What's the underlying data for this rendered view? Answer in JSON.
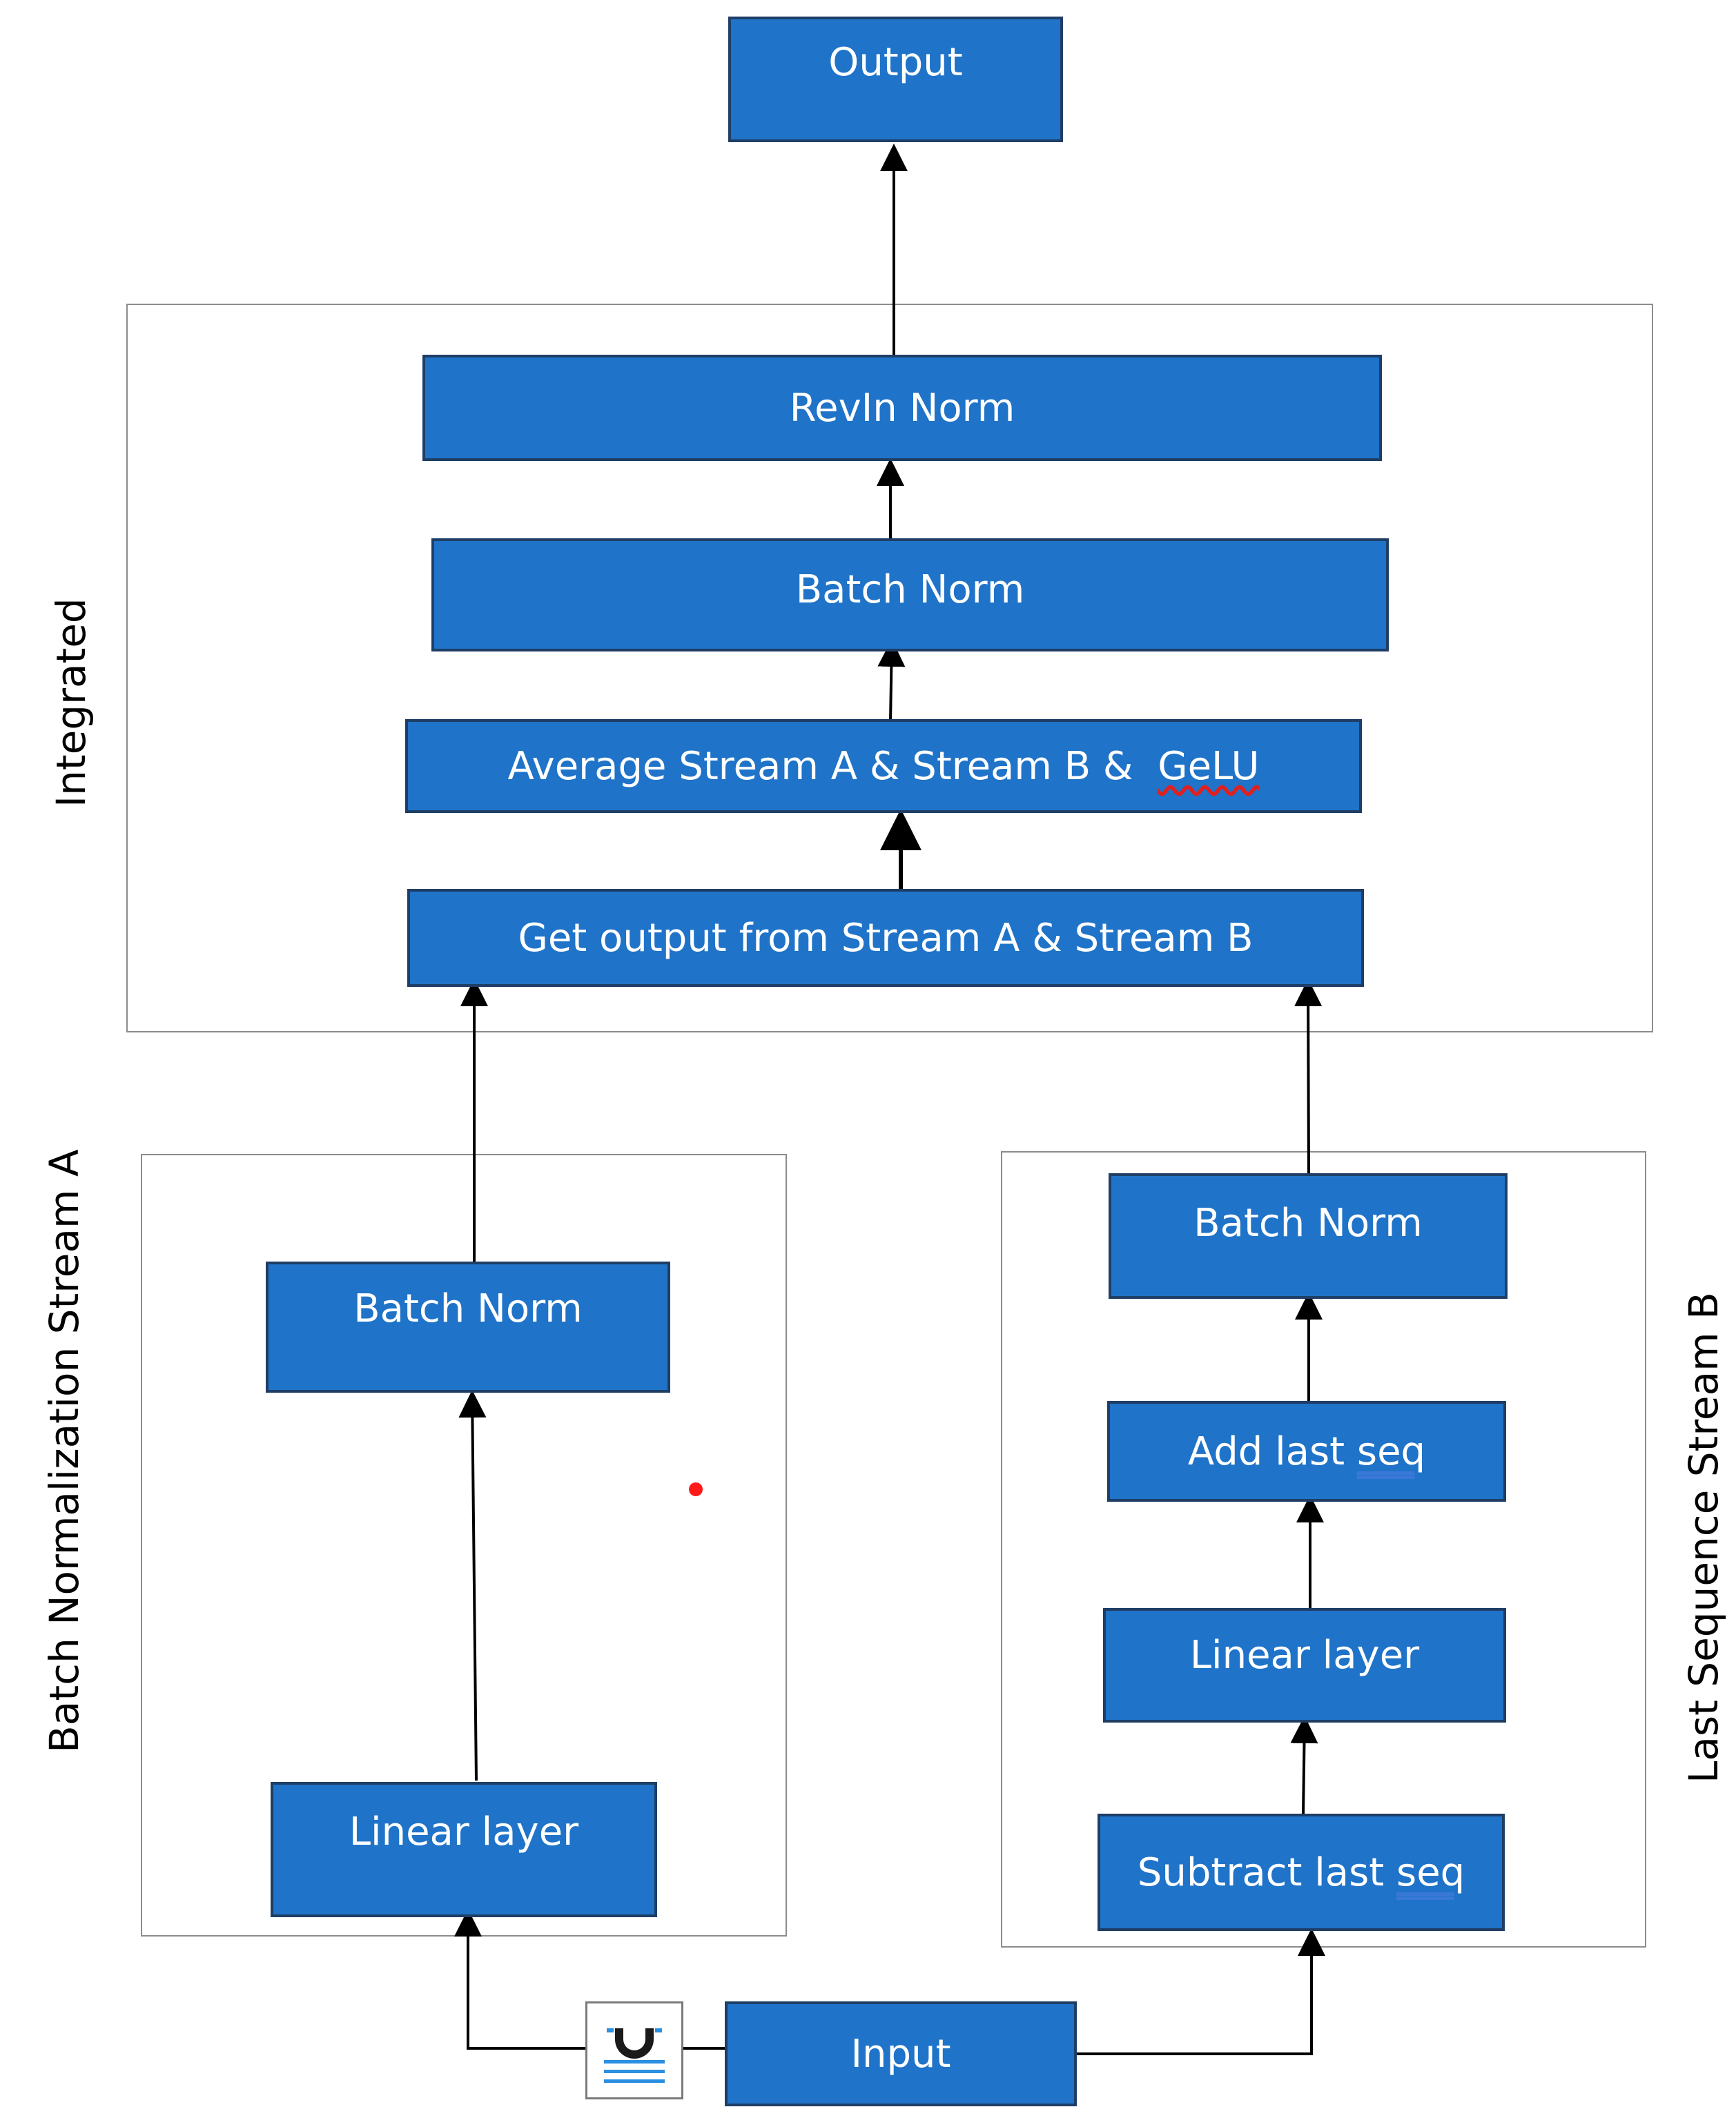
{
  "nodes": {
    "output": "Output",
    "revin_norm": "RevIn Norm",
    "integrated_batch_norm": "Batch Norm",
    "average": {
      "text": "Average Stream A & Stream B &  ",
      "gelu": "GeLU"
    },
    "get_output": "Get output from Stream A & Stream B",
    "stream_a_batch_norm": "Batch Norm",
    "stream_a_linear": "Linear layer",
    "stream_b_batch_norm": "Batch Norm",
    "add_last_seq": {
      "text": "Add last ",
      "seq": "seq"
    },
    "stream_b_linear": "Linear layer",
    "subtract_last_seq": {
      "text": "Subtract last ",
      "seq": "seq"
    },
    "input": "Input"
  },
  "groups": {
    "integrated": "Integrated",
    "stream_a": "Batch Normalization Stream A",
    "stream_b": "Last Sequence Stream B"
  },
  "icon": "magnet-text-icon",
  "colors": {
    "node_fill": "#1f73c8",
    "node_border": "#1f3e66",
    "frame_border": "#8c8c8c",
    "marker": "#ff1a1a"
  }
}
